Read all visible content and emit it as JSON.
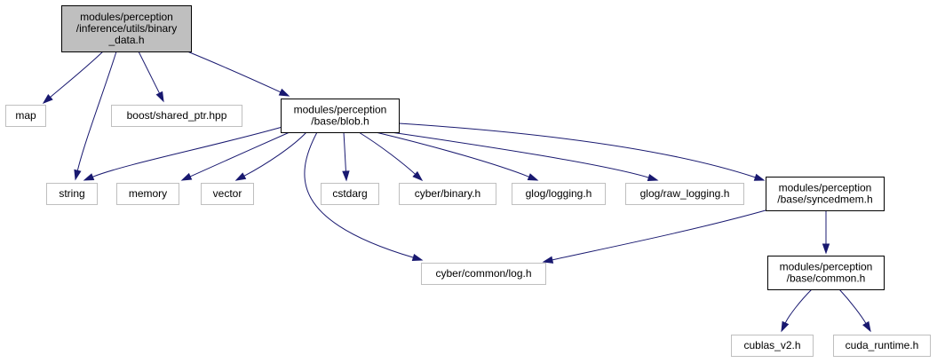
{
  "diagram": {
    "type": "include-dependency-graph",
    "nodes": [
      {
        "id": "binary_data",
        "lines": [
          "modules/perception",
          "/inference/utils/binary",
          "_data.h"
        ],
        "kind": "root"
      },
      {
        "id": "map",
        "lines": [
          "map"
        ],
        "kind": "external"
      },
      {
        "id": "string",
        "lines": [
          "string"
        ],
        "kind": "external"
      },
      {
        "id": "shared_ptr",
        "lines": [
          "boost/shared_ptr.hpp"
        ],
        "kind": "external"
      },
      {
        "id": "blob",
        "lines": [
          "modules/perception",
          "/base/blob.h"
        ],
        "kind": "documented"
      },
      {
        "id": "memory",
        "lines": [
          "memory"
        ],
        "kind": "external"
      },
      {
        "id": "vector",
        "lines": [
          "vector"
        ],
        "kind": "external"
      },
      {
        "id": "cstdarg",
        "lines": [
          "cstdarg"
        ],
        "kind": "external"
      },
      {
        "id": "cyber_binary",
        "lines": [
          "cyber/binary.h"
        ],
        "kind": "external"
      },
      {
        "id": "glog_logging",
        "lines": [
          "glog/logging.h"
        ],
        "kind": "external"
      },
      {
        "id": "glog_raw",
        "lines": [
          "glog/raw_logging.h"
        ],
        "kind": "external"
      },
      {
        "id": "syncedmem",
        "lines": [
          "modules/perception",
          "/base/syncedmem.h"
        ],
        "kind": "documented"
      },
      {
        "id": "cyber_log",
        "lines": [
          "cyber/common/log.h"
        ],
        "kind": "external"
      },
      {
        "id": "common",
        "lines": [
          "modules/perception",
          "/base/common.h"
        ],
        "kind": "documented"
      },
      {
        "id": "cublas",
        "lines": [
          "cublas_v2.h"
        ],
        "kind": "external"
      },
      {
        "id": "cuda_runtime",
        "lines": [
          "cuda_runtime.h"
        ],
        "kind": "external"
      }
    ],
    "edges": [
      {
        "from": "binary_data",
        "to": "map"
      },
      {
        "from": "binary_data",
        "to": "string"
      },
      {
        "from": "binary_data",
        "to": "shared_ptr"
      },
      {
        "from": "binary_data",
        "to": "blob"
      },
      {
        "from": "blob",
        "to": "string"
      },
      {
        "from": "blob",
        "to": "memory"
      },
      {
        "from": "blob",
        "to": "vector"
      },
      {
        "from": "blob",
        "to": "cstdarg"
      },
      {
        "from": "blob",
        "to": "cyber_binary"
      },
      {
        "from": "blob",
        "to": "glog_logging"
      },
      {
        "from": "blob",
        "to": "glog_raw"
      },
      {
        "from": "blob",
        "to": "syncedmem"
      },
      {
        "from": "blob",
        "to": "cyber_log"
      },
      {
        "from": "syncedmem",
        "to": "cyber_log"
      },
      {
        "from": "syncedmem",
        "to": "common"
      },
      {
        "from": "common",
        "to": "cublas"
      },
      {
        "from": "common",
        "to": "cuda_runtime"
      }
    ]
  }
}
